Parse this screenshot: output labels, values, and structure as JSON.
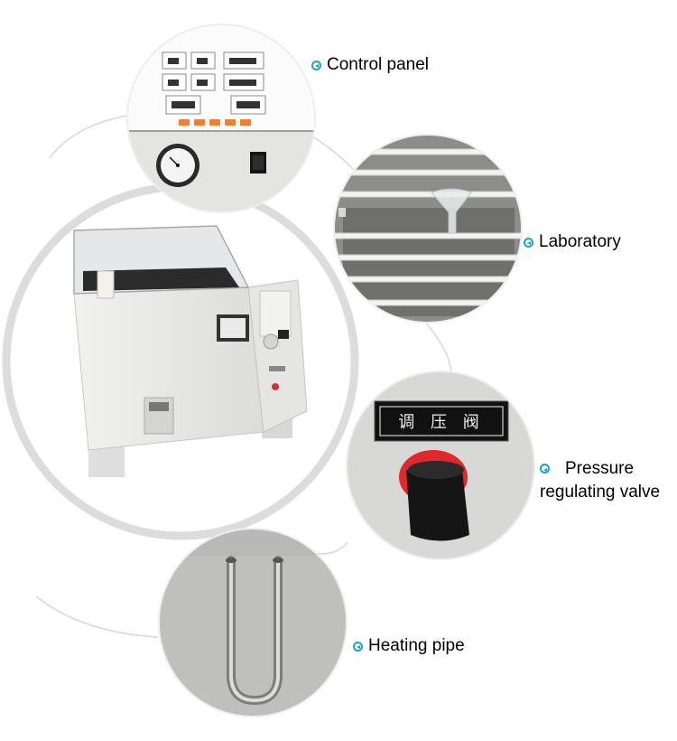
{
  "labels": {
    "control_panel": "Control panel",
    "laboratory": "Laboratory",
    "pressure_line1": "Pressure",
    "pressure_line2": "regulating valve",
    "heating_pipe": "Heating pipe"
  },
  "panel": {
    "valve_plate": "调 压 阀"
  },
  "icons": {
    "label_marker": "circle-chevron-left-icon"
  },
  "colors": {
    "accent": "#1aa3c9",
    "ring": "#d9d9d9",
    "machine_body": "#e8e8e6",
    "knob_red": "#e0292d",
    "knob_black": "#151515",
    "button_orange": "#f07f2f"
  }
}
